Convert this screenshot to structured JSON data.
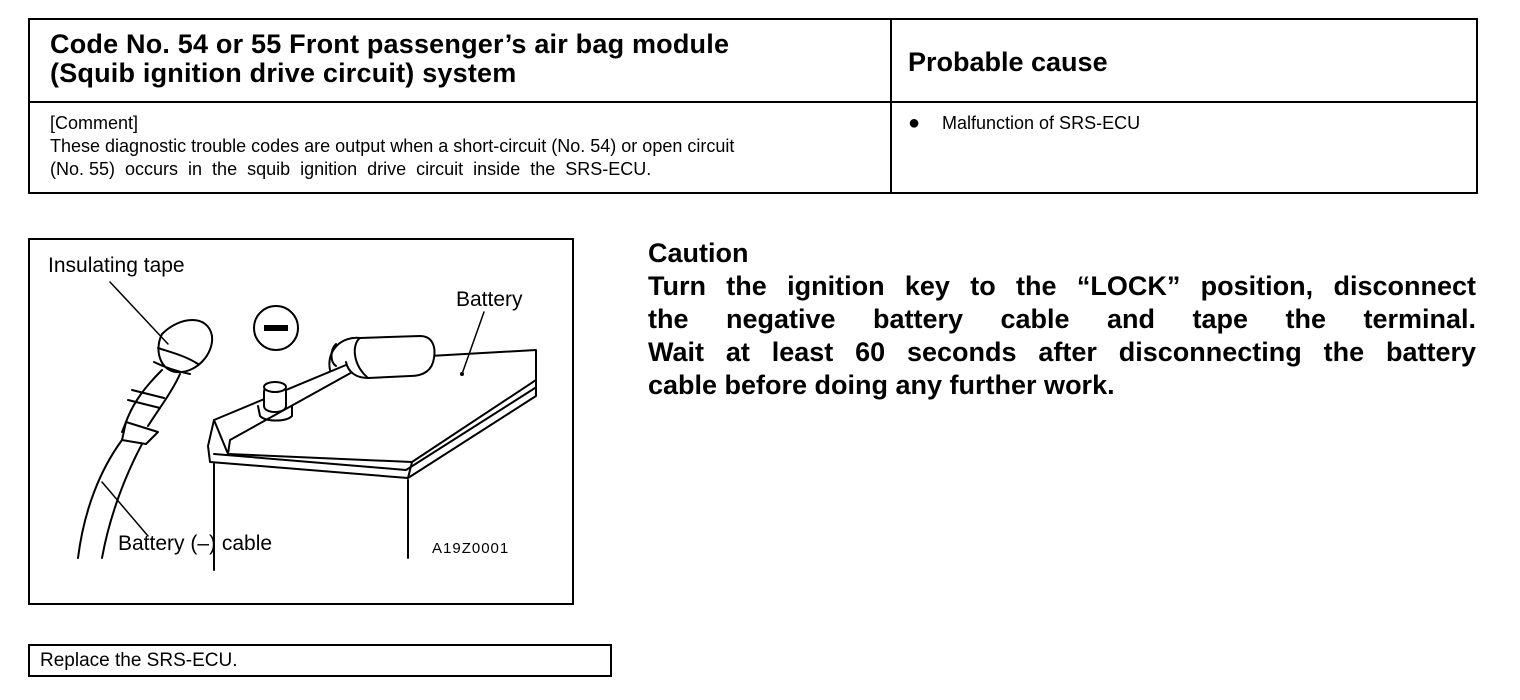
{
  "header": {
    "title_line1": "Code No. 54 or 55  Front passenger’s air bag module",
    "title_line2": "(Squib ignition drive circuit) system",
    "cause_heading": "Probable cause"
  },
  "comment": {
    "label": "[Comment]",
    "line1": "These diagnostic trouble codes are output when a short-circuit (No. 54) or open circuit",
    "line2": "(No. 55)  occurs  in  the  squib  ignition  drive  circuit  inside  the  SRS-ECU."
  },
  "causes": [
    {
      "bullet": "●",
      "text": "Malfunction of SRS-ECU"
    }
  ],
  "illustration": {
    "label_insulating_tape": "Insulating tape",
    "label_battery": "Battery",
    "label_cable": "Battery (–) cable",
    "figure_code": "A19Z0001",
    "minus_symbol": "−"
  },
  "caution": {
    "title": "Caution",
    "line1": "Turn the ignition key to the “LOCK” position, disconnect",
    "line2": "the  negative  battery  cable  and  tape  the  terminal.",
    "line3": "Wait at least 60 seconds after disconnecting the battery",
    "line4": "cable before doing any further work."
  },
  "action": {
    "text": "Replace the SRS-ECU."
  }
}
